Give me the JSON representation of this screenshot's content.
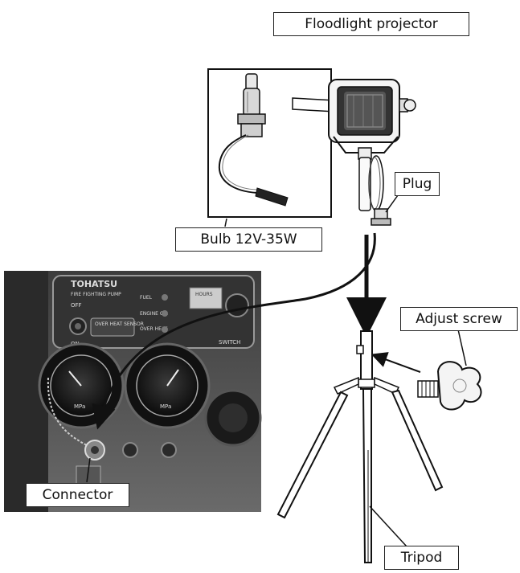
{
  "labels": {
    "floodlight_projector": "Floodlight projector",
    "plug": "Plug",
    "bulb": "Bulb 12V-35W",
    "adjust_screw": "Adjust screw",
    "connector": "Connector",
    "tripod": "Tripod"
  },
  "panel": {
    "brand": "TOHATSU",
    "subtitle": "FIRE FIGHTING PUMP",
    "off": "OFF",
    "on": "ON",
    "overheat_sensor": "OVER HEAT SENSOR",
    "fuel": "FUEL",
    "engine_oil": "ENGINE OIL",
    "over_heat": "OVER HEAT",
    "hours": "HOURS",
    "switch": "SWITCH",
    "gauge_unit": "MPa"
  },
  "colors": {
    "line": "#111111",
    "panel_bg": "#4a4a4a",
    "callout_border": "#222222"
  }
}
